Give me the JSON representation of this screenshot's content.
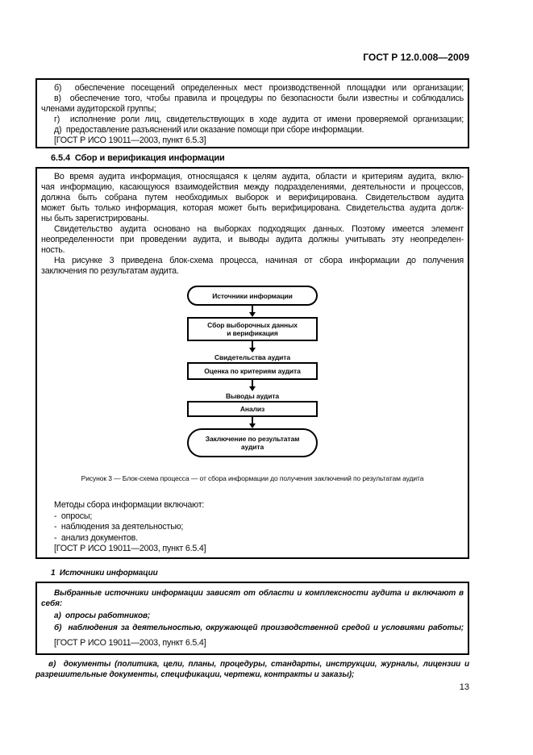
{
  "page": {
    "header": "ГОСТ Р 12.0.008—2009",
    "page_number": "13"
  },
  "quote_box_1": {
    "lines": [
      "б)  обеспечение посещений определенных мест производственной площадки или организации;",
      "в)  обеспечение того, чтобы правила и процедуры по безопасности были известны и соблюдались",
      "членами аудиторской группы;",
      "г)  исполнение роли лиц, свидетельствующих в ходе аудита от имени проверяемой организации;",
      "д)  предоставление разъяснений или оказание помощи при сборе информации.",
      "[ГОСТ Р ИСО 19011—2003, пункт 6.5.3]"
    ]
  },
  "section_heading": "6.5.4  Сбор и верификация информации",
  "quote_box_2": {
    "para1_lines": [
      "Во время аудита информация, относящаяся к целям аудита, области и критериям аудита, вклю-",
      "чая информацию, касающуюся взаимодействия между подразделениями, деятельности и процессов,",
      "должна быть собрана путем необходимых выборок и верифицирована. Свидетельством аудита",
      "может быть только информация, которая может быть верифицирована. Свидетельства аудита долж-",
      "ны быть зарегистрированы."
    ],
    "para2_lines": [
      "Свидетельство аудита основано на выборках подходящих данных. Поэтому имеется элемент",
      "неопределенности при проведении аудита, и выводы аудита должны учитывать эту неопределен-",
      "ность."
    ],
    "para3_lines": [
      "На рисунке 3 приведена блок-схема процесса, начиная от сбора информации до получения",
      "заключения по результатам аудита."
    ],
    "flowchart": {
      "start": "Источники информации",
      "process1_line1": "Сбор выборочных данных",
      "process1_line2": "и верификация",
      "label1": "Свидетельства аудита",
      "process2": "Оценка по критериям аудита",
      "label2": "Выводы аудита",
      "process3": "Анализ",
      "end_line1": "Заключение по результатам",
      "end_line2": "аудита"
    },
    "figure_caption": "Рисунок 3 — Блок-схема процесса — от сбора информации до получения заключений по результатам аудита",
    "methods_intro": "Методы сбора информации включают:",
    "methods_items": [
      "-  опросы;",
      "-  наблюдения за деятельностью;",
      "-  анализ документов."
    ],
    "reference": "[ГОСТ Р ИСО 19011—2003, пункт 6.5.4]"
  },
  "subsection_heading": "1  Источники информации",
  "quote_box_3": {
    "para_lines": [
      "Выбранные источники информации зависят от области и комплексности аудита и включают в",
      "себя:"
    ],
    "item_a": "а)  опросы работников;",
    "item_b": "б)  наблюдения за деятельностью, окружающей производственной средой и условиями работы;",
    "reference": "[ГОСТ Р ИСО 19011—2003, пункт 6.5.4]"
  },
  "footer_item": {
    "lines": [
      "в)  документы (политика, цели, планы, процедуры, стандарты, инструкции, журналы, лицензии и",
      "разрешительные документы, спецификации, чертежи, контракты и заказы);"
    ]
  }
}
